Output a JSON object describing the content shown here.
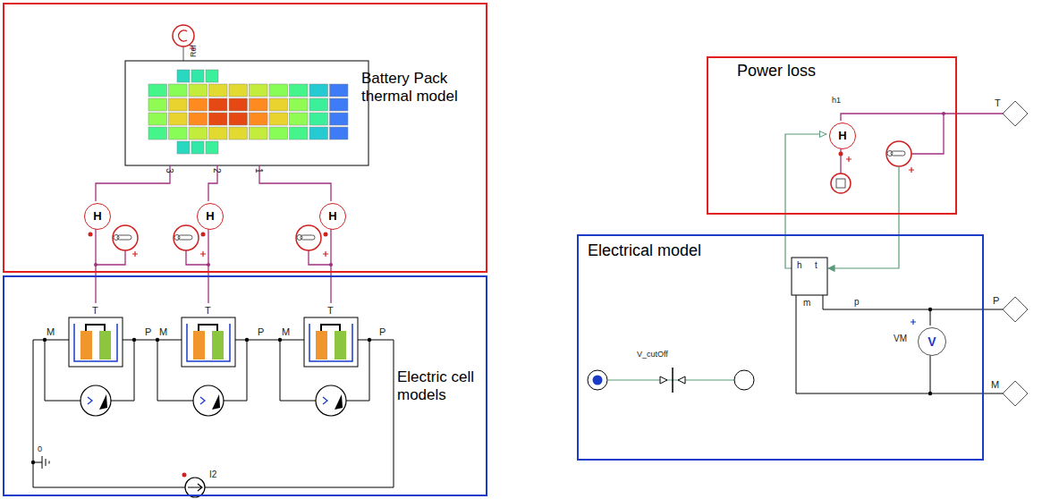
{
  "diagram": {
    "nodes": [
      {
        "text": [
          "Battery Pack thermal model"
        ]
      },
      {
        "text": [
          "H"
        ],
        "in": 0
      },
      {
        "text": [
          "H"
        ],
        "in": 0
      },
      {
        "text": [
          "H"
        ],
        "in": 0
      },
      {
        "text": [
          "Electric cell models"
        ]
      },
      {
        "text": [
          "Power loss"
        ]
      },
      {
        "text": [
          "H"
        ],
        "in": 5
      },
      {
        "text": [
          "Electrical model"
        ]
      },
      {
        "text": [
          "V"
        ],
        "in": 7
      }
    ],
    "labels": [
      "Ref",
      "3",
      "2",
      "1",
      "T",
      "T",
      "T",
      "M",
      "P",
      "M",
      "P",
      "M",
      "P",
      "0",
      "I2",
      "h1",
      "T",
      "V_cutOff",
      "h",
      "t",
      "m",
      "p",
      "VM",
      "P",
      "M"
    ]
  }
}
